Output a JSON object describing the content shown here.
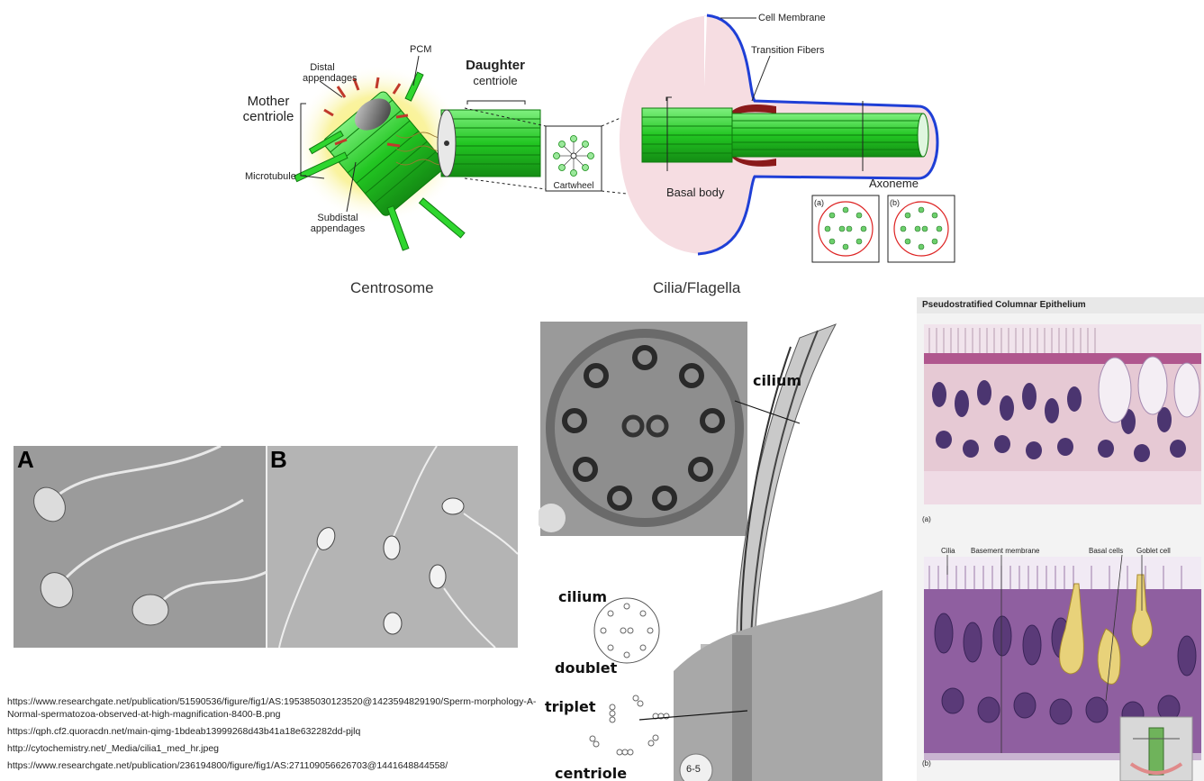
{
  "diagram": {
    "labels": {
      "pcm": "PCM",
      "distal_appendages": "Distal\nappendages",
      "mother_centriole": "Mother\ncentriole",
      "daughter_centriole_1": "Daughter",
      "daughter_centriole_2": "centriole",
      "microtubule": "Microtubule",
      "subdistal_appendages": "Subdistal\nappendages",
      "cartwheel": "Cartwheel",
      "cell_membrane": "Cell Membrane",
      "transition_fibers": "Transition Fibers",
      "basal_body": "Basal body",
      "axoneme": "Axoneme",
      "inset_a": "(a)",
      "inset_b": "(b)"
    },
    "captions": {
      "centrosome": "Centrosome",
      "cilia_flagella": "Cilia/Flagella"
    }
  },
  "sperm_panel": {
    "a": "A",
    "b": "B"
  },
  "em_panel": {
    "cilium_top": "cilium",
    "cilium": "cilium",
    "doublet": "doublet",
    "triplet": "triplet",
    "centriole": "centriole",
    "plate_number": "6-5"
  },
  "histology": {
    "title": "Pseudostratified Columnar Epithelium",
    "a": "(a)",
    "b": "(b)",
    "cilia": "Cilia",
    "basement_membrane": "Basement membrane",
    "basal_cells": "Basal cells",
    "goblet_cell": "Goblet cell"
  },
  "references": [
    "https://www.researchgate.net/publication/51590536/figure/fig1/AS:195385030123520@1423594829190/Sperm-morphology-A-Normal-spermatozoa-observed-at-high-magnification-8400-B.png",
    "https://qph.cf2.quoracdn.net/main-qimg-1bdeab13999268d43b41a18e632282dd-pjlq",
    "http://cytochemistry.net/_Media/cilia1_med_hr.jpeg",
    "https://www.researchgate.net/publication/236194800/figure/fig1/AS:271109056626703@1441648844558/"
  ],
  "colors": {
    "microtubule_green": "#2fd62f",
    "membrane_blue": "#1f3fd6",
    "cytoplasm_pink": "#f6dde2",
    "pcm_yellow": "#f6f070",
    "appendage_red": "#c0392b",
    "histo_purple": "#7b4d8c"
  }
}
